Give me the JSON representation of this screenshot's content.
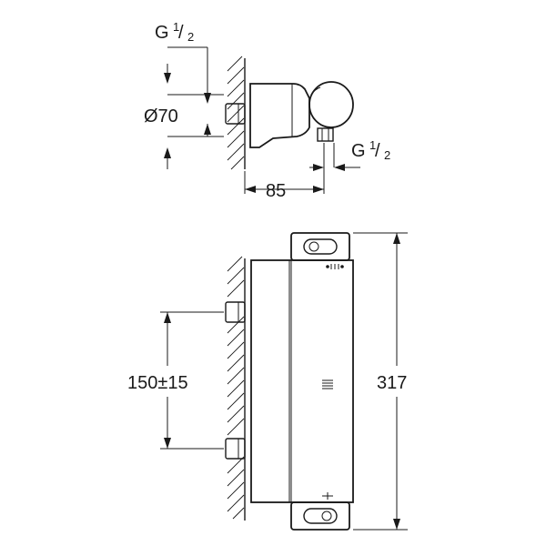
{
  "dimensions": {
    "top_inlet_thread": "G",
    "top_inlet_thread_sup": "1",
    "top_inlet_thread_sub": "2",
    "diameter": "Ø70",
    "side_outlet_thread": "G",
    "side_outlet_thread_sup": "1",
    "side_outlet_thread_sub": "2",
    "depth": "85",
    "inlet_spacing": "150±15",
    "total_length": "317"
  },
  "colors": {
    "line": "#1a1a1a",
    "background": "#ffffff"
  }
}
